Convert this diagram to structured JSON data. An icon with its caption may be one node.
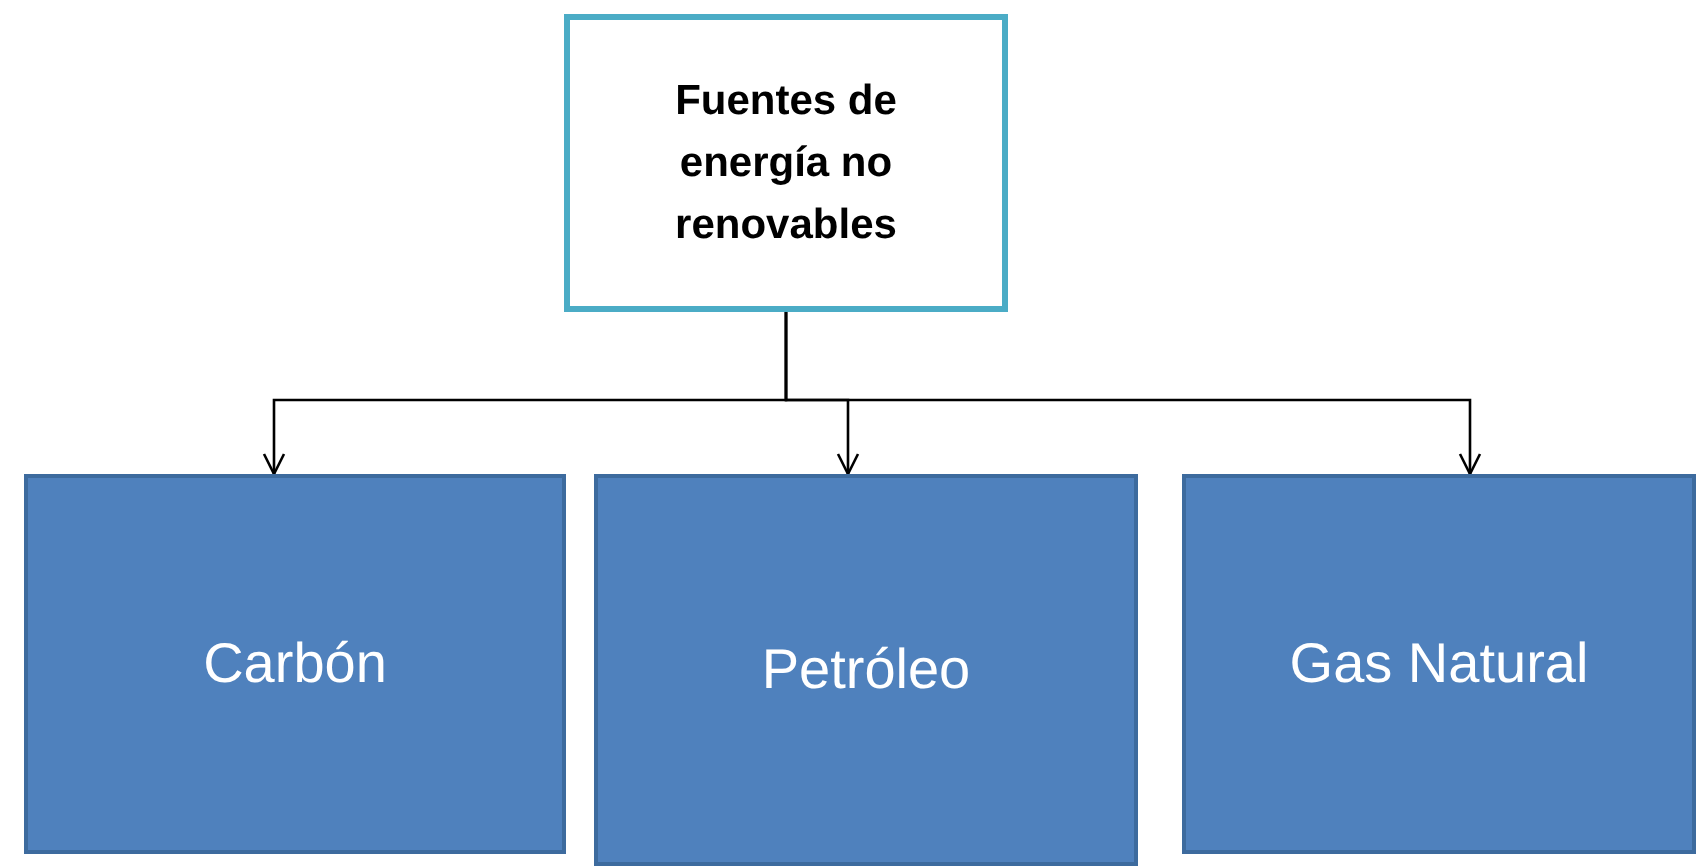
{
  "diagram": {
    "nodes": [
      {
        "text": [
          "Fuentes de energía no renovables"
        ]
      },
      {
        "text": [
          "Carbón"
        ]
      },
      {
        "text": [
          "Petróleo"
        ]
      },
      {
        "text": [
          "Gas Natural"
        ]
      }
    ],
    "edges": [
      {
        "from": 0,
        "to": 1,
        "arrow": "to"
      },
      {
        "from": 0,
        "to": 2,
        "arrow": "to"
      },
      {
        "from": 0,
        "to": 3,
        "arrow": "to"
      }
    ]
  }
}
